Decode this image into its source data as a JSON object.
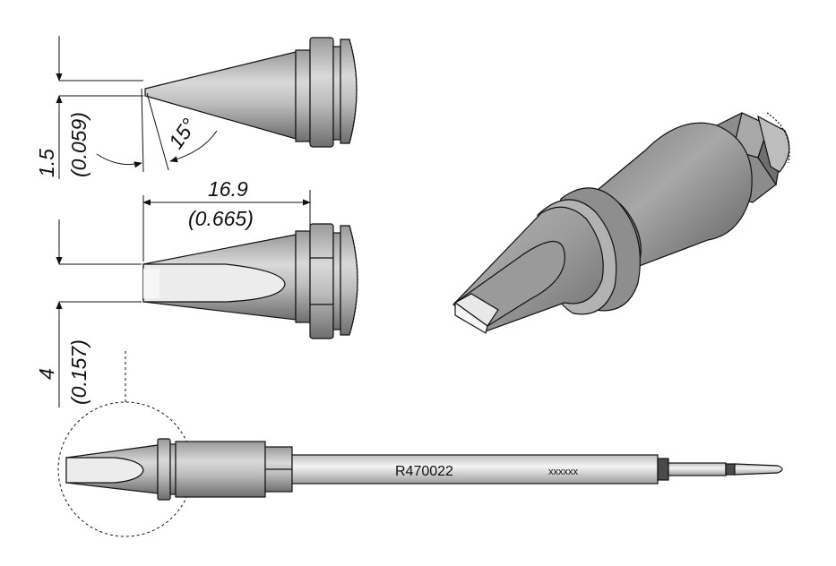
{
  "dimensions": {
    "tip_thickness": {
      "mm": "1.5",
      "inch": "(0.059)"
    },
    "tip_angle": "15°",
    "tip_length": {
      "mm": "16.9",
      "inch": "(0.665)"
    },
    "tip_width": {
      "mm": "4",
      "inch": "(0.157)"
    }
  },
  "part": {
    "number": "R470022",
    "marking": "xxxxxx"
  },
  "colors": {
    "line": "#111111",
    "body_dark": "#8a8a8a",
    "body_mid": "#b5b5b5",
    "body_light": "#e2e2e2",
    "face": "#f2f2f2"
  }
}
